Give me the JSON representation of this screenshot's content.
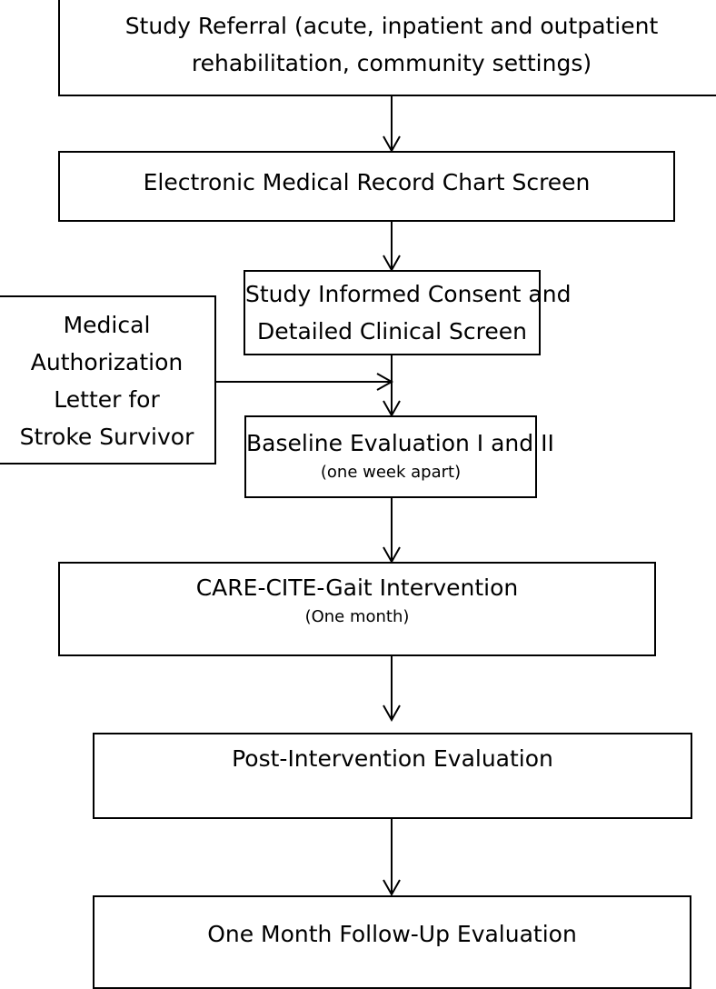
{
  "flowchart": {
    "referral": {
      "line1": "Study Referral (acute, inpatient and outpatient",
      "line2": "rehabilitation, community settings)"
    },
    "emr_screen": {
      "line1": "Electronic Medical Record Chart Screen"
    },
    "consent": {
      "line1": "Study Informed Consent and",
      "line2": "Detailed Clinical Screen"
    },
    "authorization": {
      "line1": "Medical",
      "line2": "Authorization",
      "line3": "Letter for",
      "line4": "Stroke Survivor"
    },
    "baseline": {
      "line1": "Baseline Evaluation I and II",
      "line2": "(one week apart)"
    },
    "intervention": {
      "line1": "CARE-CITE-Gait Intervention",
      "line2": "(One month)"
    },
    "post": {
      "line1": "Post-Intervention Evaluation"
    },
    "followup": {
      "line1": "One Month Follow-Up Evaluation"
    }
  }
}
